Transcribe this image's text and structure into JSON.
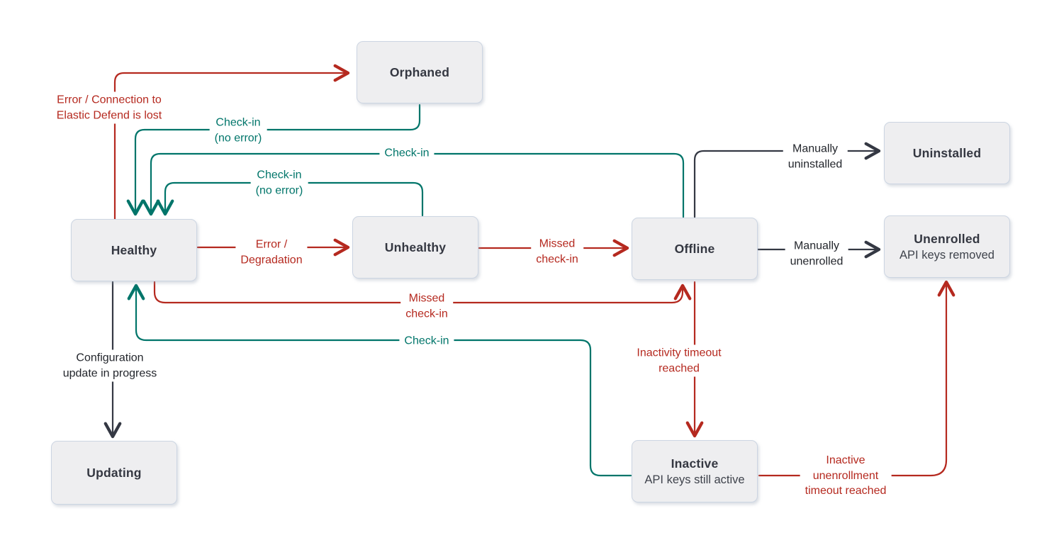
{
  "colors": {
    "red": "#b5291f",
    "teal": "#00756a",
    "dark": "#343843",
    "box_fill": "#eeeef0",
    "box_border": "#ccd5e2",
    "title": "#343741"
  },
  "nodes": {
    "orphaned": {
      "title": "Orphaned"
    },
    "healthy": {
      "title": "Healthy"
    },
    "unhealthy": {
      "title": "Unhealthy"
    },
    "offline": {
      "title": "Offline"
    },
    "uninstalled": {
      "title": "Uninstalled"
    },
    "unenrolled": {
      "title": "Unenrolled",
      "subtitle": "API keys removed"
    },
    "updating": {
      "title": "Updating"
    },
    "inactive": {
      "title": "Inactive",
      "subtitle": "API keys still active"
    }
  },
  "edges": {
    "error_connection": {
      "label": "Error / Connection to\nElastic Defend is lost"
    },
    "checkin_no_error_orphaned": {
      "label": "Check-in\n(no error)"
    },
    "checkin_from_offline": {
      "label": "Check-in"
    },
    "checkin_no_error_unhealthy": {
      "label": "Check-in\n(no error)"
    },
    "error_degradation": {
      "label": "Error /\nDegradation"
    },
    "missed_checkin_unhealthy": {
      "label": "Missed\ncheck-in"
    },
    "missed_checkin_healthy": {
      "label": "Missed\ncheck-in"
    },
    "checkin_from_inactive": {
      "label": "Check-in"
    },
    "config_update": {
      "label": "Configuration\nupdate in progress"
    },
    "manually_uninstalled": {
      "label": "Manually\nuninstalled"
    },
    "manually_unenrolled": {
      "label": "Manually\nunenrolled"
    },
    "inactivity_timeout": {
      "label": "Inactivity timeout\nreached"
    },
    "inactive_unenrollment": {
      "label": "Inactive\nunenrollment\ntimeout reached"
    }
  }
}
